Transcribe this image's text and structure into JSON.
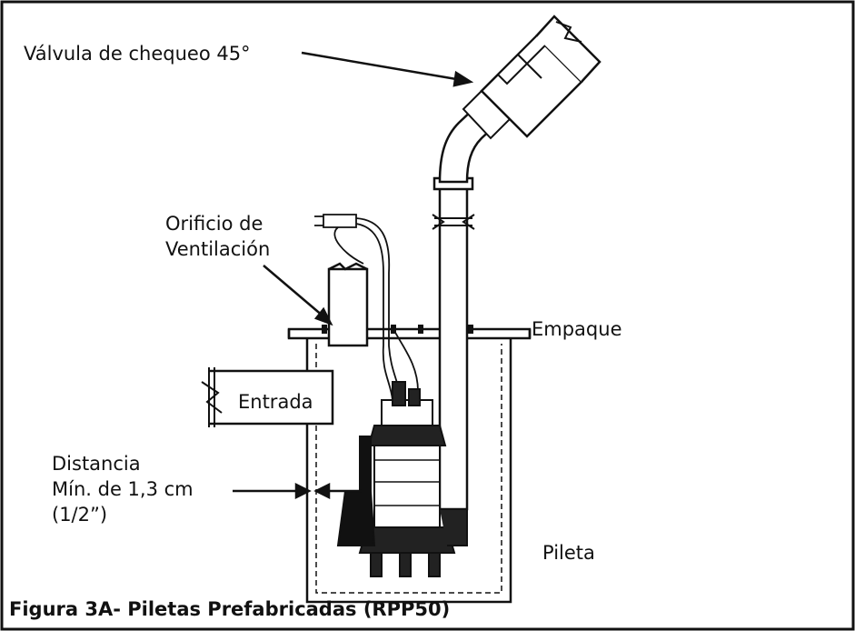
{
  "figure": {
    "caption": "Figura 3A- Piletas Prefabricadas (RPP50)"
  },
  "labels": {
    "check_valve": "Válvula de chequeo 45°",
    "vent_line1": "Orificio de",
    "vent_line2": "Ventilación",
    "gasket": "Empaque",
    "inlet": "Entrada",
    "distance_line1": "Distancia",
    "distance_line2": "Mín. de 1,3 cm",
    "distance_line3": "(1/2”)",
    "basin": "Pileta"
  }
}
